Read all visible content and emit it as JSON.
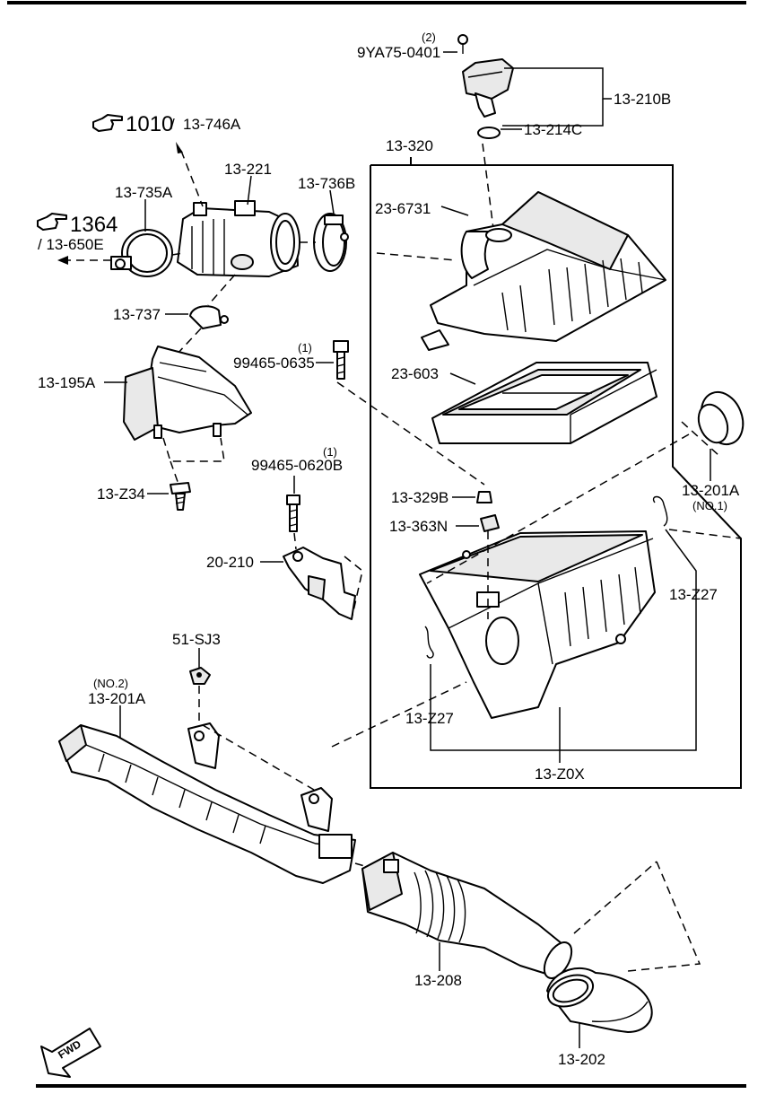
{
  "labels": {
    "qty_mass_sensor_bolt": "(2)",
    "mass_sensor_bolt": "9YA75-0401",
    "mass_sensor": "13-210B",
    "o_ring": "13-214C",
    "ref_1010": "1010",
    "ref_13_746a": "13-746A",
    "air_cleaner_assy": "13-320",
    "throttle_adapter": "13-221",
    "clamp_736b": "13-736B",
    "clamp_735a": "13-735A",
    "cover_6731": "23-6731",
    "ref_1364": "1364",
    "ref_13_650e": "/ 13-650E",
    "clip_737": "13-737",
    "qty_bolt_0635": "(1)",
    "bolt_0635": "99465-0635",
    "element": "23-603",
    "resonator": "13-195A",
    "seal_201a_no1": "13-201A",
    "no1": "(NO.1)",
    "qty_bolt_0620b": "(1)",
    "bolt_0620b": "99465-0620B",
    "screw_z34": "13-Z34",
    "grommet_329b": "13-329B",
    "nut_363n": "13-363N",
    "bracket_210": "20-210",
    "clip_z27_right": "13-Z27",
    "nut_sj3": "51-SJ3",
    "clip_z27_left": "13-Z27",
    "no2": "(NO.2)",
    "duct_201a_no2": "13-201A",
    "case_z0x": "13-Z0X",
    "hose_208": "13-208",
    "hose_202": "13-202",
    "fwd": "FWD"
  },
  "icons": [
    "reference-hand-icon",
    "fwd-arrow-icon"
  ]
}
